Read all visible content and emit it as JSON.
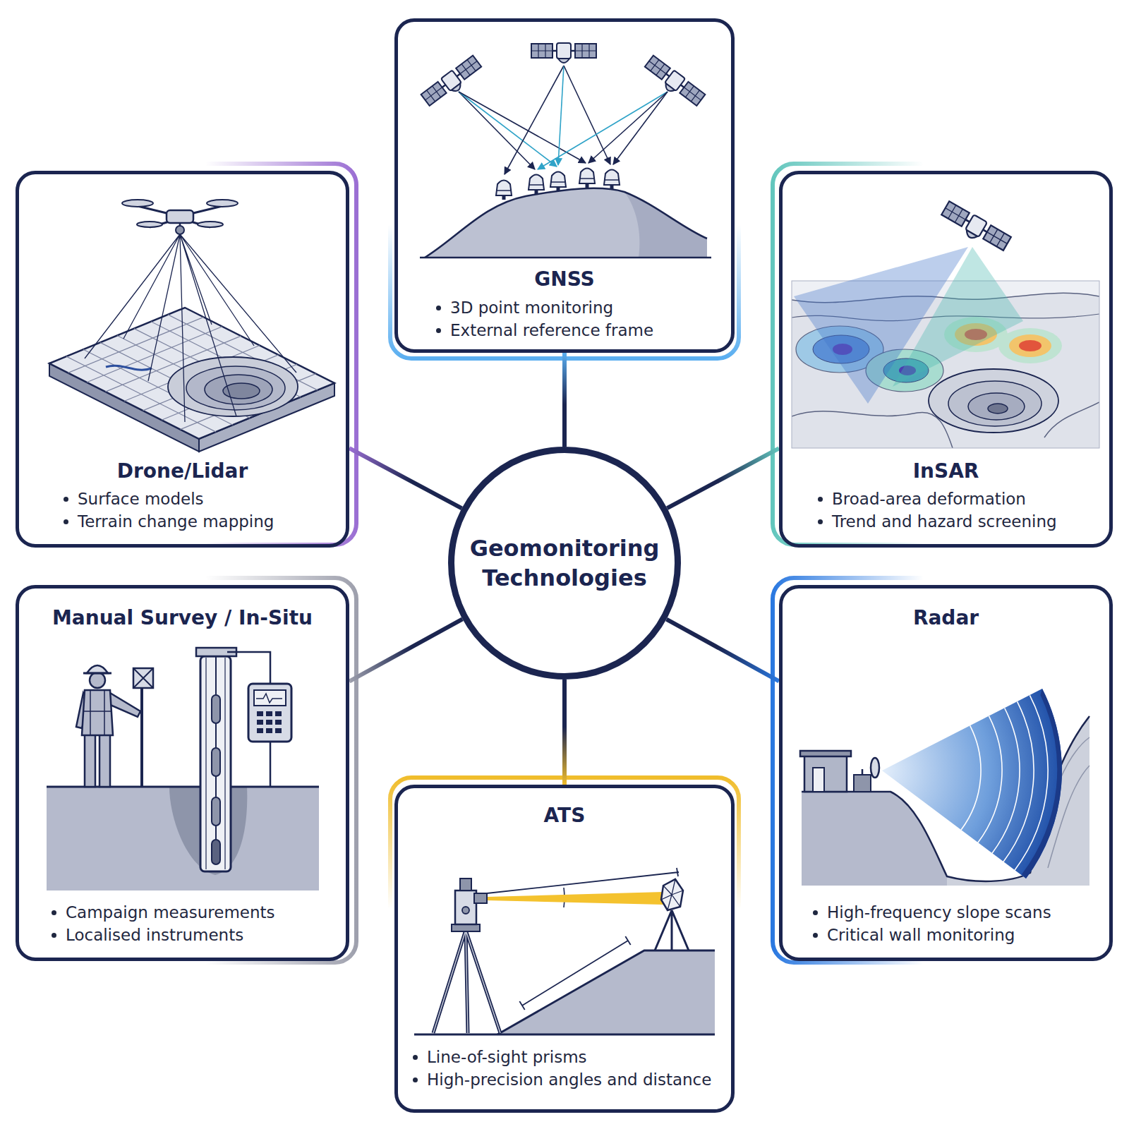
{
  "diagram": {
    "nodes": [
      {
        "text": [
          "GNSS",
          "3D point monitoring",
          "External reference frame"
        ]
      },
      {
        "text": [
          "Drone/Lidar",
          "Surface models",
          "Terrain change mapping"
        ]
      },
      {
        "text": [
          "InSAR",
          "Broad-area deformation",
          "Trend and hazard screening"
        ]
      },
      {
        "text": [
          "Geomonitoring Technologies"
        ]
      },
      {
        "text": [
          "Manual Survey / In-Situ",
          "Campaign measurements",
          "Localised instruments"
        ]
      },
      {
        "text": [
          "Radar",
          "High-frequency slope scans",
          "Critical wall monitoring"
        ]
      },
      {
        "text": [
          "ATS",
          "Line-of-sight prisms",
          "High-precision angles and distance"
        ]
      }
    ],
    "edges": [
      {
        "from": 3,
        "to": 0,
        "arrow": "none"
      },
      {
        "from": 3,
        "to": 1,
        "arrow": "none"
      },
      {
        "from": 3,
        "to": 2,
        "arrow": "none"
      },
      {
        "from": 3,
        "to": 4,
        "arrow": "none"
      },
      {
        "from": 3,
        "to": 5,
        "arrow": "none"
      },
      {
        "from": 3,
        "to": 6,
        "arrow": "none"
      }
    ]
  }
}
